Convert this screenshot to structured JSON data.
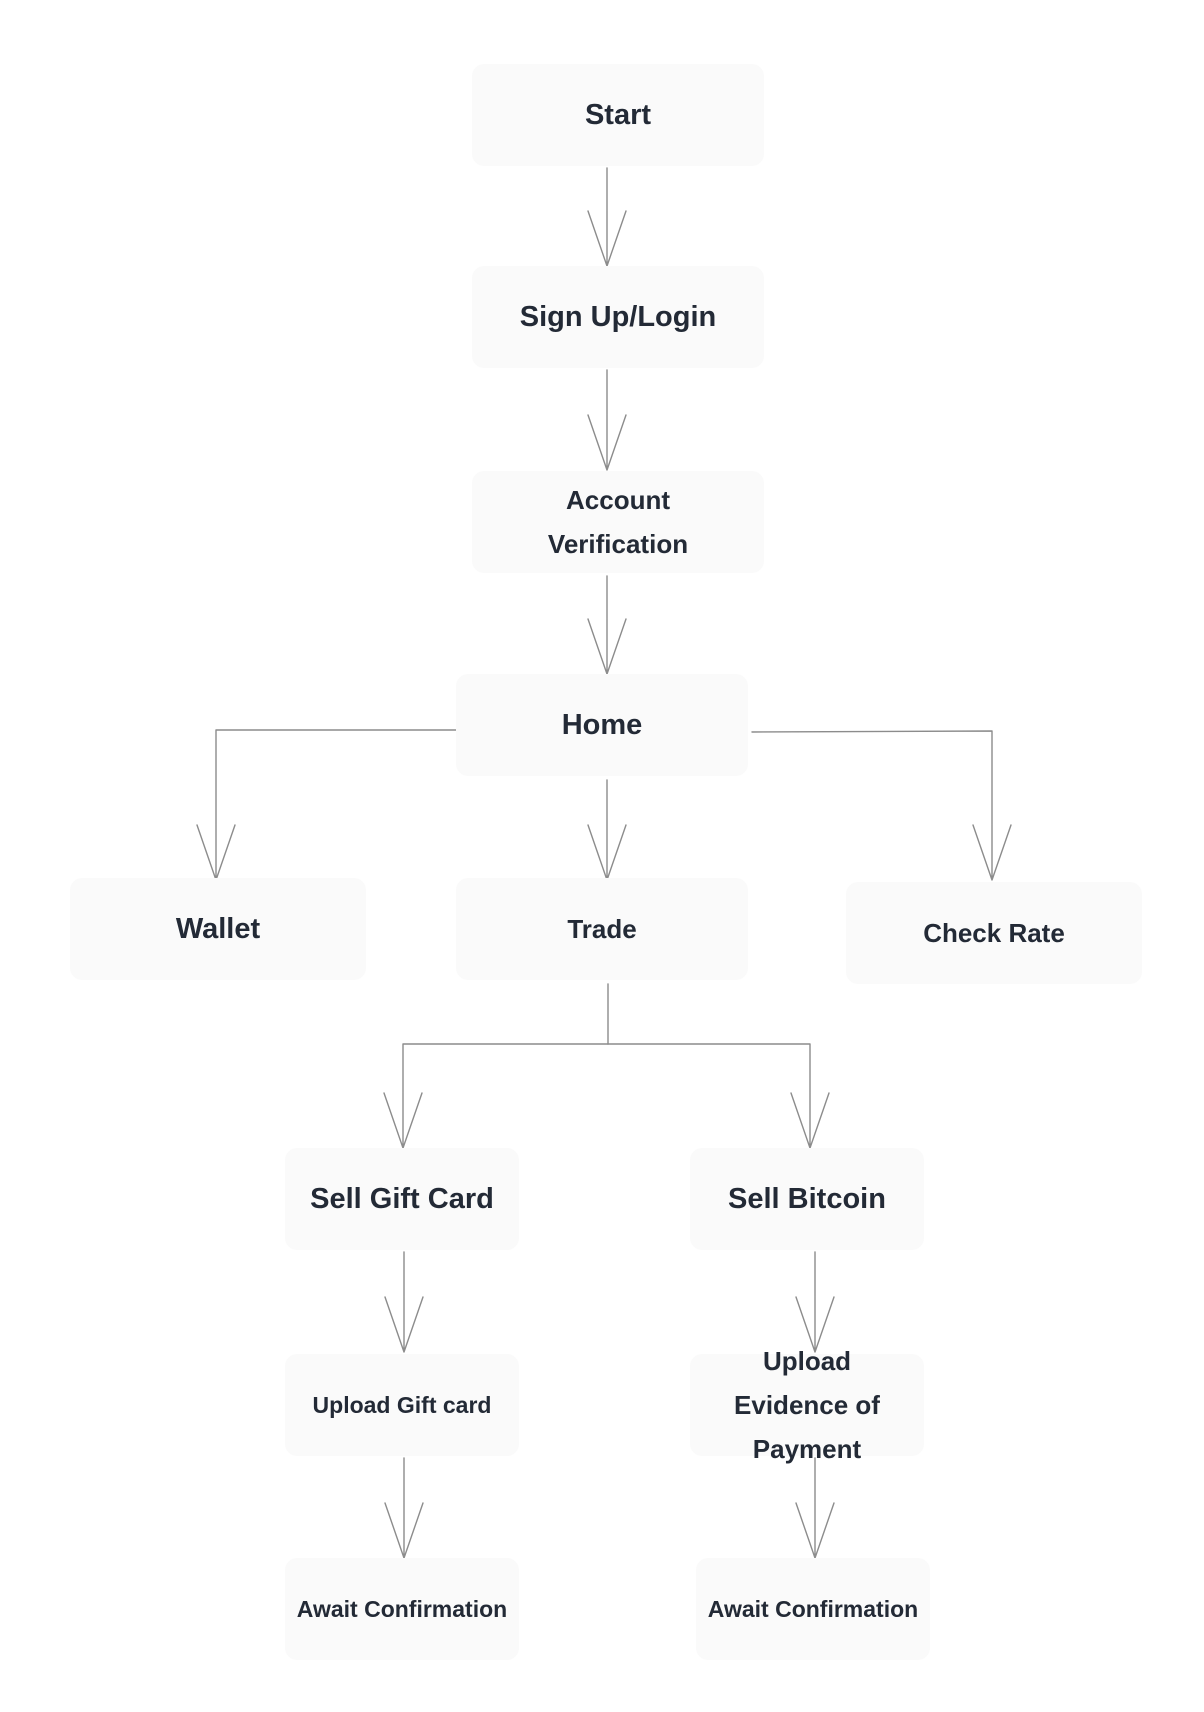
{
  "diagram": {
    "colors": {
      "background": "#ffffff",
      "node_fill": "#fafafa",
      "text": "#232a36",
      "connector": "#8c8c8c"
    },
    "nodes": {
      "start": "Start",
      "signup_login": "Sign Up/Login",
      "account_verification": "Account Verification",
      "home": "Home",
      "wallet": "Wallet",
      "trade": "Trade",
      "check_rate": "Check Rate",
      "sell_gift_card": "Sell Gift Card",
      "sell_bitcoin": "Sell Bitcoin",
      "upload_gift_card": "Upload Gift card",
      "upload_evidence": "Upload Evidence of Payment",
      "await_confirmation_gift": "Await Confirmation",
      "await_confirmation_bitcoin": "Await Confirmation"
    },
    "edges": [
      [
        "start",
        "signup_login"
      ],
      [
        "signup_login",
        "account_verification"
      ],
      [
        "account_verification",
        "home"
      ],
      [
        "home",
        "wallet"
      ],
      [
        "home",
        "trade"
      ],
      [
        "home",
        "check_rate"
      ],
      [
        "trade",
        "sell_gift_card"
      ],
      [
        "trade",
        "sell_bitcoin"
      ],
      [
        "sell_gift_card",
        "upload_gift_card"
      ],
      [
        "sell_bitcoin",
        "upload_evidence"
      ],
      [
        "upload_gift_card",
        "await_confirmation_gift"
      ],
      [
        "upload_evidence",
        "await_confirmation_bitcoin"
      ]
    ]
  }
}
